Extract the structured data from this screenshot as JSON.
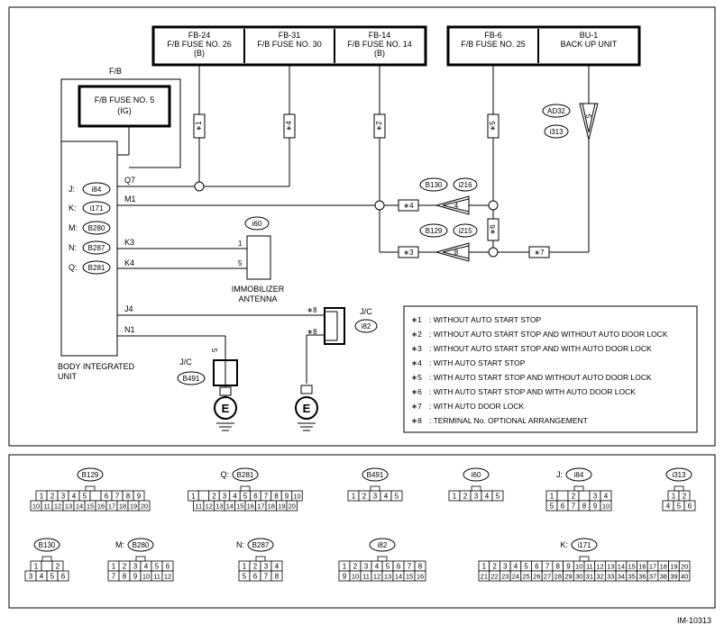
{
  "fuses": [
    {
      "code": "FB-24",
      "name": "F/B FUSE NO. 26",
      "sub": "(B)"
    },
    {
      "code": "FB-31",
      "name": "F/B FUSE NO. 30",
      "sub": ""
    },
    {
      "code": "FB-14",
      "name": "F/B FUSE NO. 14",
      "sub": "(B)"
    },
    {
      "code": "FB-6",
      "name": "F/B FUSE NO. 25",
      "sub": ""
    },
    {
      "code": "BU-1",
      "name": "BACK UP UNIT",
      "sub": ""
    }
  ],
  "fb": {
    "label": "F/B",
    "fuse_name": "F/B FUSE NO. 5",
    "fuse_sub": "(IG)"
  },
  "unit": {
    "label1": "BODY INTEGRATED",
    "label2": "UNIT"
  },
  "connectors_left": [
    {
      "letter": "J:",
      "code": "i84"
    },
    {
      "letter": "K:",
      "code": "i171"
    },
    {
      "letter": "M:",
      "code": "B280"
    },
    {
      "letter": "N:",
      "code": "B287"
    },
    {
      "letter": "Q:",
      "code": "B281"
    }
  ],
  "pins": {
    "q7": "Q7",
    "m1": "M1",
    "k3": "K3",
    "k4": "K4",
    "j4": "J4",
    "n1": "N1"
  },
  "stars": {
    "s1": "∗1",
    "s2": "∗2",
    "s3": "∗3",
    "s4": "∗4",
    "s5": "∗5",
    "s6": "∗6",
    "s7": "∗7",
    "s8": "∗8"
  },
  "immobilizer": {
    "code": "i60",
    "pin1": "1",
    "pin5": "5",
    "label1": "IMMOBILIZER",
    "label2": "ANTENNA"
  },
  "joints": {
    "b130": "B130",
    "i216": "i216",
    "pin4": "4",
    "b129": "B129",
    "i215": "i215",
    "pin8": "8",
    "ad32": "AD32",
    "i313": "i313",
    "pin5": "5"
  },
  "jc1": {
    "label": "J/C",
    "code": "i82"
  },
  "jc2": {
    "label": "J/C",
    "code": "B491",
    "pin": "5"
  },
  "ground_label": "E",
  "legend": [
    {
      "key": "∗1",
      "text": ": WITHOUT AUTO START STOP"
    },
    {
      "key": "∗2",
      "text": ": WITHOUT AUTO START STOP AND WITHOUT AUTO DOOR LOCK"
    },
    {
      "key": "∗3",
      "text": ": WITHOUT AUTO START STOP AND WITH AUTO DOOR LOCK"
    },
    {
      "key": "∗4",
      "text": ": WITH AUTO START STOP"
    },
    {
      "key": "∗5",
      "text": ": WITH AUTO START STOP AND WITHOUT AUTO DOOR LOCK"
    },
    {
      "key": "∗6",
      "text": ": WITH AUTO START STOP AND WITH AUTO DOOR LOCK"
    },
    {
      "key": "∗7",
      "text": ": WITH AUTO DOOR LOCK"
    },
    {
      "key": "∗8",
      "text": ": TERMINAL No. OPTIONAL ARRANGEMENT"
    }
  ],
  "pinouts": [
    {
      "label": "",
      "code": "B129",
      "rows": [
        [
          "1",
          "2",
          "3",
          "4",
          "5",
          "",
          "6",
          "7",
          "8",
          "9"
        ],
        [
          "10",
          "11",
          "12",
          "13",
          "14",
          "15",
          "16",
          "17",
          "18",
          "19",
          "20"
        ]
      ]
    },
    {
      "label": "Q:",
      "code": "B281",
      "rows": [
        [
          "1",
          "",
          "2",
          "3",
          "4",
          "5",
          "6",
          "7",
          "8",
          "9",
          "10"
        ],
        [
          "11",
          "12",
          "13",
          "14",
          "15",
          "16",
          "17",
          "18",
          "19",
          "20"
        ]
      ]
    },
    {
      "label": "",
      "code": "B491",
      "rows": [
        [
          "1",
          "2",
          "3",
          "4",
          "5"
        ]
      ]
    },
    {
      "label": "",
      "code": "i60",
      "rows": [
        [
          "1",
          "2",
          "3",
          "4",
          "5"
        ]
      ]
    },
    {
      "label": "J:",
      "code": "i84",
      "rows": [
        [
          "1",
          "",
          "2",
          "",
          "3",
          "4"
        ],
        [
          "5",
          "6",
          "7",
          "8",
          "9",
          "10"
        ]
      ]
    },
    {
      "label": "",
      "code": "i313",
      "rows": [
        [
          "1",
          "2"
        ],
        [
          "4",
          "5",
          "6"
        ]
      ]
    },
    {
      "label": "",
      "code": "B130",
      "rows": [
        [
          "1",
          "",
          "2"
        ],
        [
          "3",
          "4",
          "5",
          "6"
        ]
      ]
    },
    {
      "label": "M:",
      "code": "B280",
      "rows": [
        [
          "1",
          "2",
          "3",
          "4",
          "5",
          "6"
        ],
        [
          "7",
          "8",
          "9",
          "10",
          "11",
          "12"
        ]
      ]
    },
    {
      "label": "N:",
      "code": "B287",
      "rows": [
        [
          "1",
          "2",
          "3",
          "4"
        ],
        [
          "5",
          "6",
          "7",
          "8"
        ]
      ]
    },
    {
      "label": "",
      "code": "i82",
      "rows": [
        [
          "1",
          "2",
          "3",
          "4",
          "5",
          "6",
          "7",
          "8"
        ],
        [
          "9",
          "10",
          "11",
          "12",
          "13",
          "14",
          "15",
          "16"
        ]
      ]
    },
    {
      "label": "K:",
      "code": "i171",
      "rows": [
        [
          "1",
          "2",
          "3",
          "4",
          "5",
          "6",
          "7",
          "8",
          "9",
          "10",
          "11",
          "12",
          "13",
          "14",
          "15",
          "16",
          "17",
          "18",
          "19",
          "20"
        ],
        [
          "21",
          "22",
          "23",
          "24",
          "25",
          "26",
          "27",
          "28",
          "29",
          "30",
          "31",
          "32",
          "33",
          "34",
          "35",
          "36",
          "37",
          "38",
          "39",
          "40"
        ]
      ]
    }
  ],
  "diagram_id": "IM-10313"
}
